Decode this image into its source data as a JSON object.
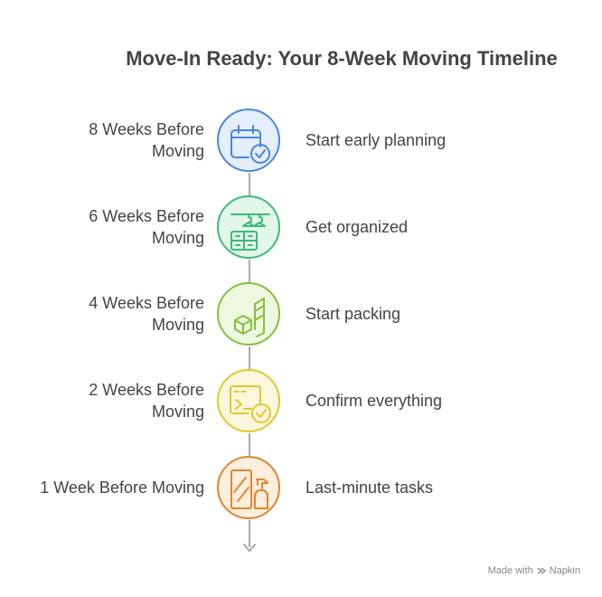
{
  "title": "Move-In Ready: Your 8-Week Moving Timeline",
  "steps": [
    {
      "label": "8 Weeks Before Moving",
      "label_line1": "8 Weeks Before",
      "label_line2": "Moving",
      "description": "Start early planning",
      "icon": "calendar-check-icon",
      "stroke": "#4a86e0",
      "fill": "#e4eefc"
    },
    {
      "label": "6 Weeks Before Moving",
      "label_line1": "6 Weeks Before",
      "label_line2": "Moving",
      "description": "Get organized",
      "icon": "hangers-drawers-icon",
      "stroke": "#3dba78",
      "fill": "#e2f6ea"
    },
    {
      "label": "4 Weeks Before Moving",
      "label_line1": "4 Weeks Before",
      "label_line2": "Moving",
      "description": "Start packing",
      "icon": "box-dolly-icon",
      "stroke": "#86bf3a",
      "fill": "#eef7df"
    },
    {
      "label": "2 Weeks Before Moving",
      "label_line1": "2 Weeks Before",
      "label_line2": "Moving",
      "description": "Confirm everything",
      "icon": "document-check-icon",
      "stroke": "#e2c72a",
      "fill": "#fcf7dc"
    },
    {
      "label": "1 Week Before Moving",
      "label_line1": "1 Week Before Moving",
      "label_line2": "",
      "description": "Last-minute tasks",
      "icon": "cleaning-spray-icon",
      "stroke": "#e0852e",
      "fill": "#fdeedd"
    }
  ],
  "footer": {
    "made_with": "Made with",
    "brand": "Napkin"
  }
}
